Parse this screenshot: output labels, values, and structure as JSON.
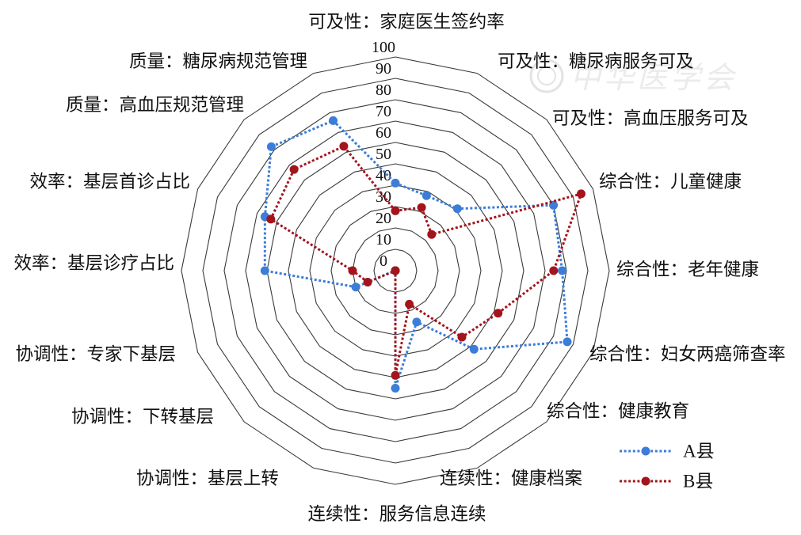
{
  "chart_data": {
    "type": "radar",
    "categories": [
      "可及性：家庭医生签约率",
      "可及性：糖尿病服务可及",
      "可及性：高血压服务可及",
      "综合性：儿童健康",
      "综合性：老年健康",
      "综合性：妇女两癌筛查率",
      "综合性：健康教育",
      "连续性：健康档案",
      "连续性：服务信息连续",
      "协调性：基层上转",
      "协调性：下转基层",
      "协调性：专家下基层",
      "效率：基层诊疗占比",
      "效率：基层首诊占比",
      "质量：高血压规范管理",
      "质量：糖尿病规范管理"
    ],
    "series": [
      {
        "name": "A县",
        "color": "#3B7DD8",
        "values": [
          41,
          38,
          41,
          80,
          78,
          87,
          52,
          26,
          55,
          0,
          0,
          20,
          61,
          66,
          82,
          76
        ]
      },
      {
        "name": "B县",
        "color": "#A3141D",
        "values": [
          28,
          32,
          24,
          94,
          74,
          52,
          44,
          17,
          49,
          0,
          0,
          14,
          20,
          63,
          67,
          63
        ]
      }
    ],
    "rlim": [
      0,
      100
    ],
    "ticks": [
      0,
      10,
      20,
      30,
      40,
      50,
      60,
      70,
      80,
      90,
      100
    ],
    "grid": true,
    "line_style": "dotted",
    "legend_position": "bottom-right"
  },
  "watermark": {
    "text": "中华医学会",
    "color": "#e3e3e3"
  }
}
